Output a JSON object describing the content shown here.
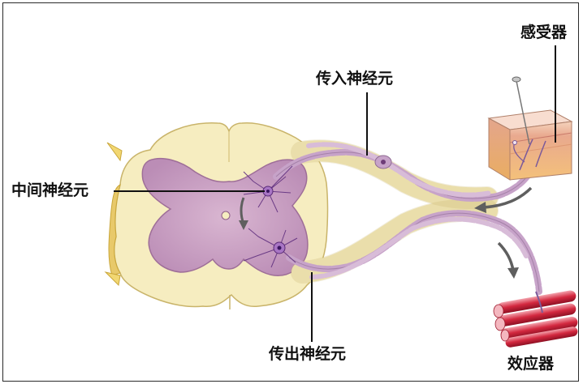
{
  "labels": {
    "receptor": "感受器",
    "afferent_neuron": "传入神经元",
    "interneuron": "中间神经元",
    "efferent_neuron": "传出神经元",
    "effector": "效应器"
  },
  "colors": {
    "white_matter": "#f6edc0",
    "gray_matter": "#cfa6c7",
    "nerve_fiber": "#c7a3c9",
    "skin": "#f0bd9a",
    "muscle": "#d7344a",
    "arrow": "#5f5f5f"
  }
}
